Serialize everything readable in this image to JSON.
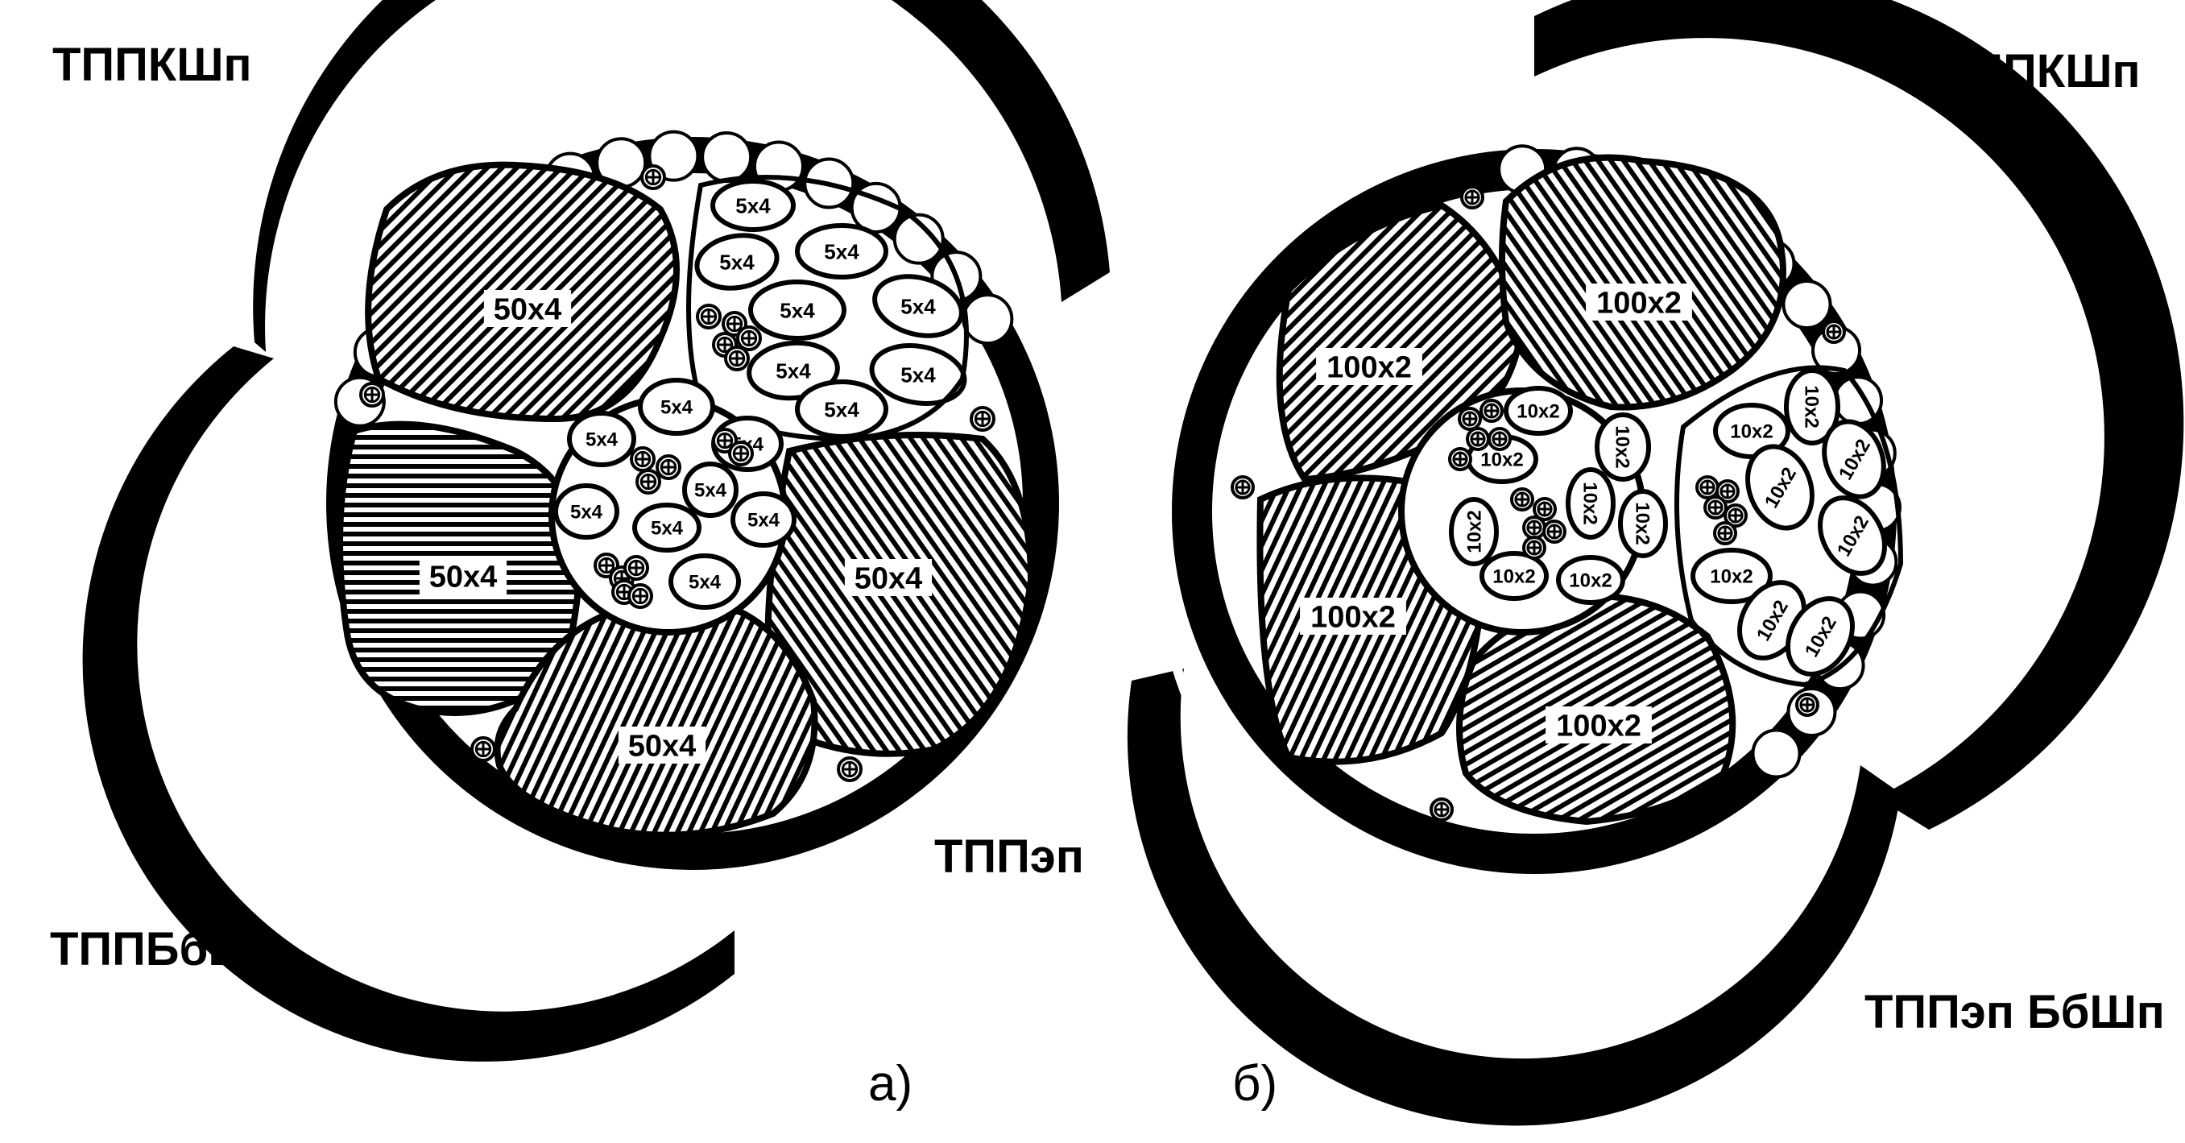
{
  "colors": {
    "ink": "#000000",
    "paper": "#ffffff"
  },
  "diagram_a": {
    "label_top_left": "ТППКШп",
    "label_bottom_left": "ТППБбШп",
    "label_bottom_right": "ТППэп",
    "caption": "а)",
    "big_bundles": [
      "50x4",
      "50x4",
      "50x4",
      "50x4"
    ],
    "outer_small_bundles": [
      "5x4",
      "5x4",
      "5x4",
      "5x4",
      "5x4",
      "5x4",
      "5x4",
      "5x4"
    ],
    "ring_small_bundles": [
      "5x4",
      "5x4",
      "5x4",
      "5x4",
      "5x4",
      "5x4"
    ],
    "core_small_bundles": [
      "5x4",
      "5x4"
    ]
  },
  "diagram_b": {
    "label_top_right": "ТППКШп",
    "label_bottom_right": "ТППэп БбШп",
    "caption": "б)",
    "big_bundles": [
      "100x2",
      "100x2",
      "100x2",
      "100x2"
    ],
    "ring_small_bundles": [
      "10x2",
      "10x2",
      "10x2",
      "10x2",
      "10x2",
      "10x2",
      "10x2",
      "10x2"
    ],
    "outer_small_bundles": [
      "10x2",
      "10x2",
      "10x2",
      "10x2",
      "10x2",
      "10x2",
      "10x2",
      "10x2"
    ]
  }
}
